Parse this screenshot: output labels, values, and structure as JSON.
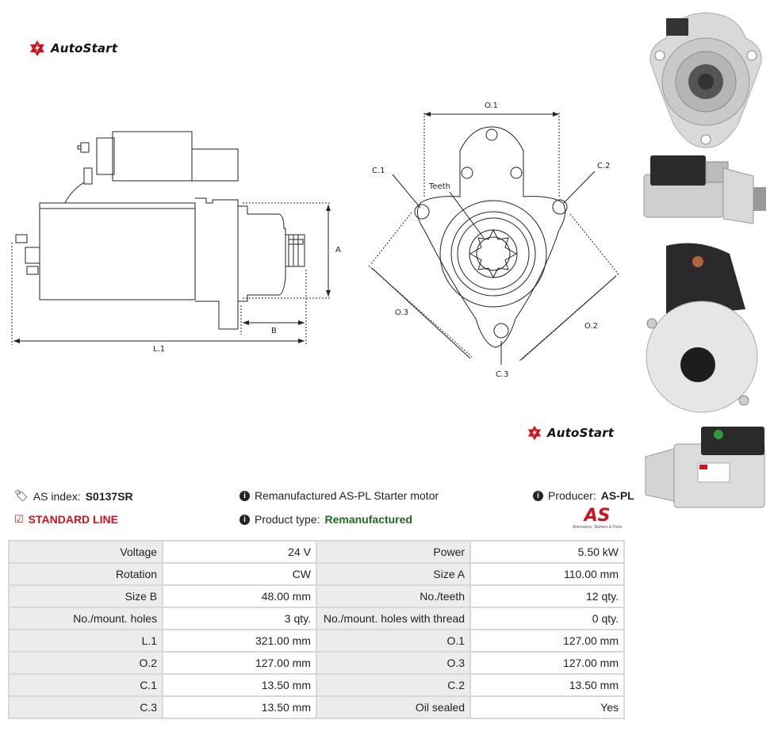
{
  "brand": {
    "name": "AutoStart",
    "color": "#d0121b"
  },
  "drawing_side": {
    "label_a": "A",
    "label_b": "B",
    "label_l1": "L.1"
  },
  "drawing_front": {
    "o1": "O.1",
    "o2": "O.2",
    "o3": "O.3",
    "c1": "C.1",
    "c2": "C.2",
    "c3": "C.3",
    "teeth": "Teeth"
  },
  "info": {
    "as_index_label": "AS index:",
    "as_index_value": "S0137SR",
    "line_label": "STANDARD LINE",
    "description": "Remanufactured AS-PL Starter motor",
    "product_type_label": "Product type:",
    "product_type_value": "Remanufactured",
    "producer_label": "Producer:",
    "producer_value": "AS-PL",
    "producer_logo_text": "AS",
    "producer_logo_tagline": "Alternators, Starters & Parts"
  },
  "specs": [
    {
      "l1": "Voltage",
      "v1": "24 V",
      "l2": "Power",
      "v2": "5.50 kW"
    },
    {
      "l1": "Rotation",
      "v1": "CW",
      "l2": "Size A",
      "v2": "110.00 mm"
    },
    {
      "l1": "Size B",
      "v1": "48.00 mm",
      "l2": "No./teeth",
      "v2": "12 qty."
    },
    {
      "l1": "No./mount. holes",
      "v1": "3 qty.",
      "l2": "No./mount. holes with thread",
      "v2": "0 qty."
    },
    {
      "l1": "L.1",
      "v1": "321.00 mm",
      "l2": "O.1",
      "v2": "127.00 mm"
    },
    {
      "l1": "O.2",
      "v1": "127.00 mm",
      "l2": "O.3",
      "v2": "127.00 mm"
    },
    {
      "l1": "C.1",
      "v1": "13.50 mm",
      "l2": "C.2",
      "v2": "13.50 mm"
    },
    {
      "l1": "C.3",
      "v1": "13.50 mm",
      "l2": "Oil sealed",
      "v2": "Yes"
    }
  ]
}
